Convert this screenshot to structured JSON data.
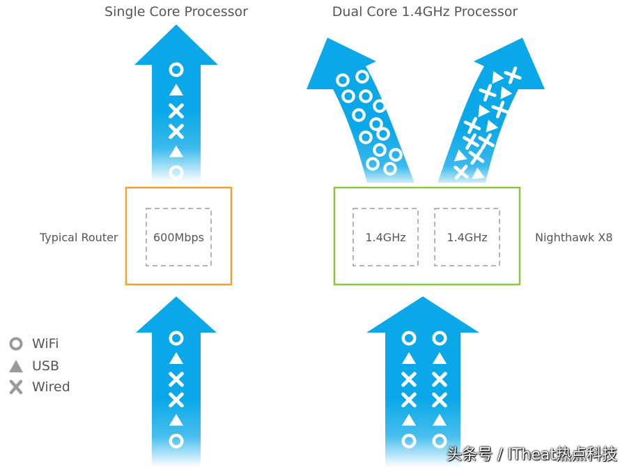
{
  "titles": {
    "single": "Single Core Processor",
    "dual": "Dual Core 1.4GHz Processor"
  },
  "routers": {
    "typical": {
      "label": "Typical Router",
      "core_label": "600Mbps",
      "color": "#f0a030"
    },
    "nighthawk": {
      "label": "Nighthawk X8",
      "core_labels": [
        "1.4GHz",
        "1.4GHz"
      ],
      "color": "#8ac640"
    }
  },
  "colors": {
    "arrow": "#0aa8e8",
    "icon": "#ffffff",
    "legend_icon": "#9a9a9a"
  },
  "legend": [
    {
      "icon": "circle",
      "label": "WiFi"
    },
    {
      "icon": "triangle",
      "label": "USB"
    },
    {
      "icon": "x",
      "label": "Wired"
    }
  ],
  "streams": {
    "single_in": [
      "circle",
      "triangle",
      "x",
      "x",
      "triangle",
      "circle"
    ],
    "single_out": [
      "circle",
      "triangle",
      "x",
      "x",
      "triangle",
      "circle"
    ],
    "dual_in_col": [
      "circle",
      "triangle",
      "x",
      "x",
      "triangle",
      "circle"
    ]
  },
  "watermark": "头条号 / ITheat热点科技"
}
